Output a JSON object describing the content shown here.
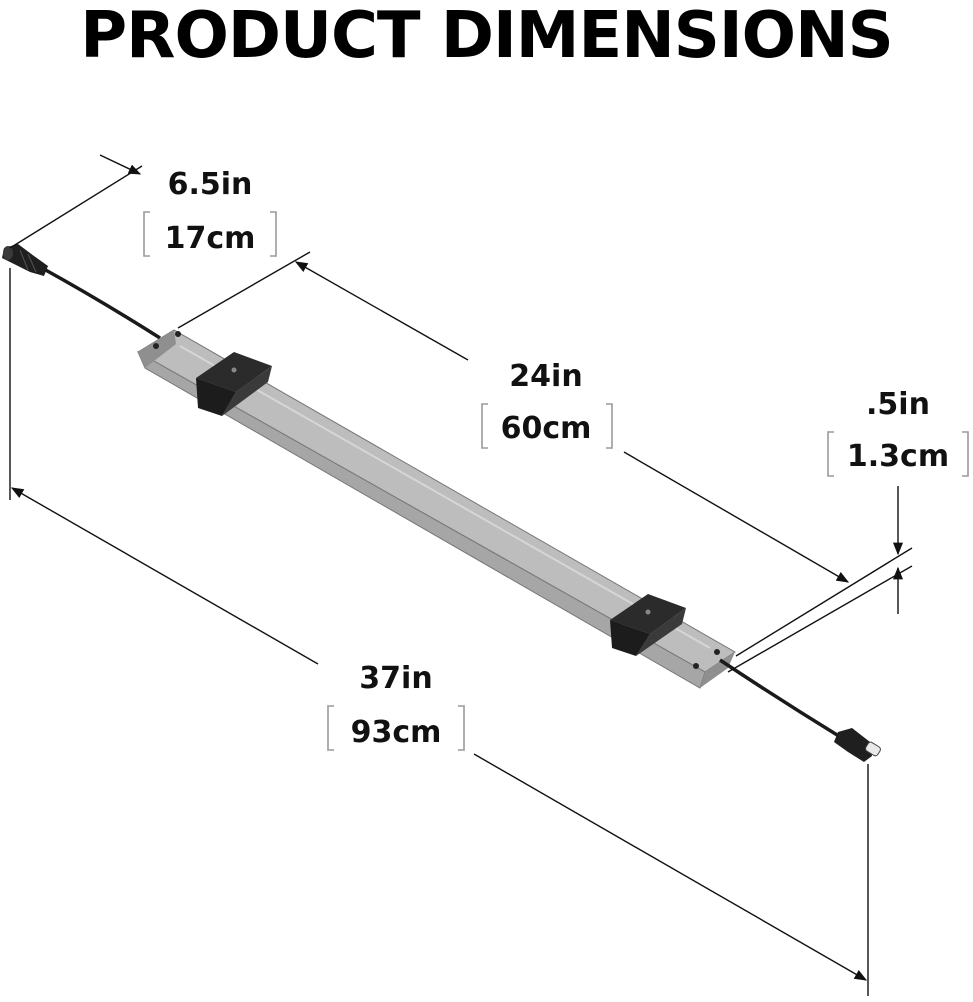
{
  "title": "PRODUCT DIMENSIONS",
  "dimensions": {
    "depth": {
      "imperial": "6.5in",
      "metric": "17cm"
    },
    "mount": {
      "imperial": "24in",
      "metric": "60cm"
    },
    "height": {
      "imperial": ".5in",
      "metric": "1.3cm"
    },
    "length": {
      "imperial": "37in",
      "metric": "93cm"
    }
  },
  "colors": {
    "bar_top": "#bdbdbd",
    "bar_side": "#a6a6a6",
    "bar_end": "#8f8f8f",
    "clip": "#2b2b2b",
    "cable": "#1a1a1a",
    "dimension_line": "#111111",
    "bracket": "#9a9a9a"
  }
}
